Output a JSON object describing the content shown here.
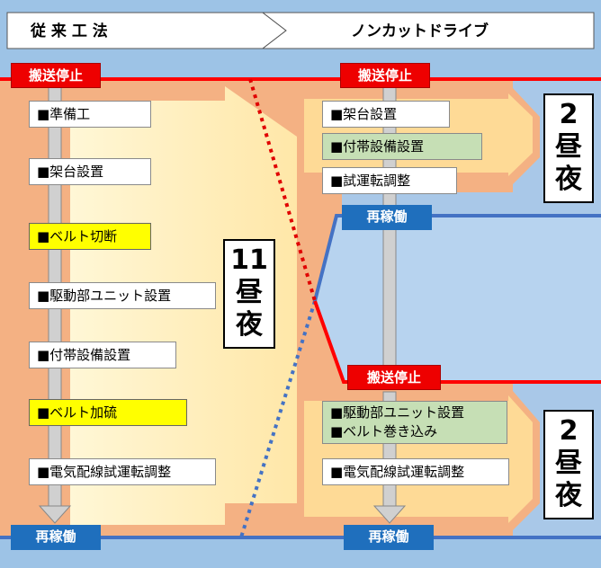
{
  "header": {
    "left_title": "従 来 工 法",
    "right_title": "ノンカットドライブ"
  },
  "conventional": {
    "stop_label": "搬送停止",
    "steps": [
      {
        "label": "■準備工"
      },
      {
        "label": "■架台設置"
      },
      {
        "label": "■ベルト切断"
      },
      {
        "label": "■駆動部ユニット設置"
      },
      {
        "label": "■付帯設備設置"
      },
      {
        "label": "■ベルト加硫"
      },
      {
        "label": "■電気配線試運転調整"
      }
    ],
    "restart_label": "再稼働",
    "duration": {
      "num": "11",
      "unit1": "昼",
      "unit2": "夜"
    }
  },
  "noncut": {
    "stop_label_1": "搬送停止",
    "steps_1": [
      {
        "label": "■架台設置"
      },
      {
        "label": "■付帯設備設置"
      },
      {
        "label": "■試運転調整"
      }
    ],
    "restart_label_1": "再稼働",
    "duration_1": {
      "num": "2",
      "unit1": "昼",
      "unit2": "夜"
    },
    "stop_label_2": "搬送停止",
    "steps_2_line1": "■駆動部ユニット設置",
    "steps_2_line2": "■ベルト巻き込み",
    "step_2b": "■電気配線試運転調整",
    "restart_label_2": "再稼働",
    "duration_2": {
      "num": "2",
      "unit1": "昼",
      "unit2": "夜"
    }
  },
  "colors": {
    "sky_blue": "#9dc3e6",
    "orange": "#f4b183",
    "light_yellow": "#fff2cc",
    "red_line": "#ff0000",
    "blue_line": "#4472c4"
  }
}
